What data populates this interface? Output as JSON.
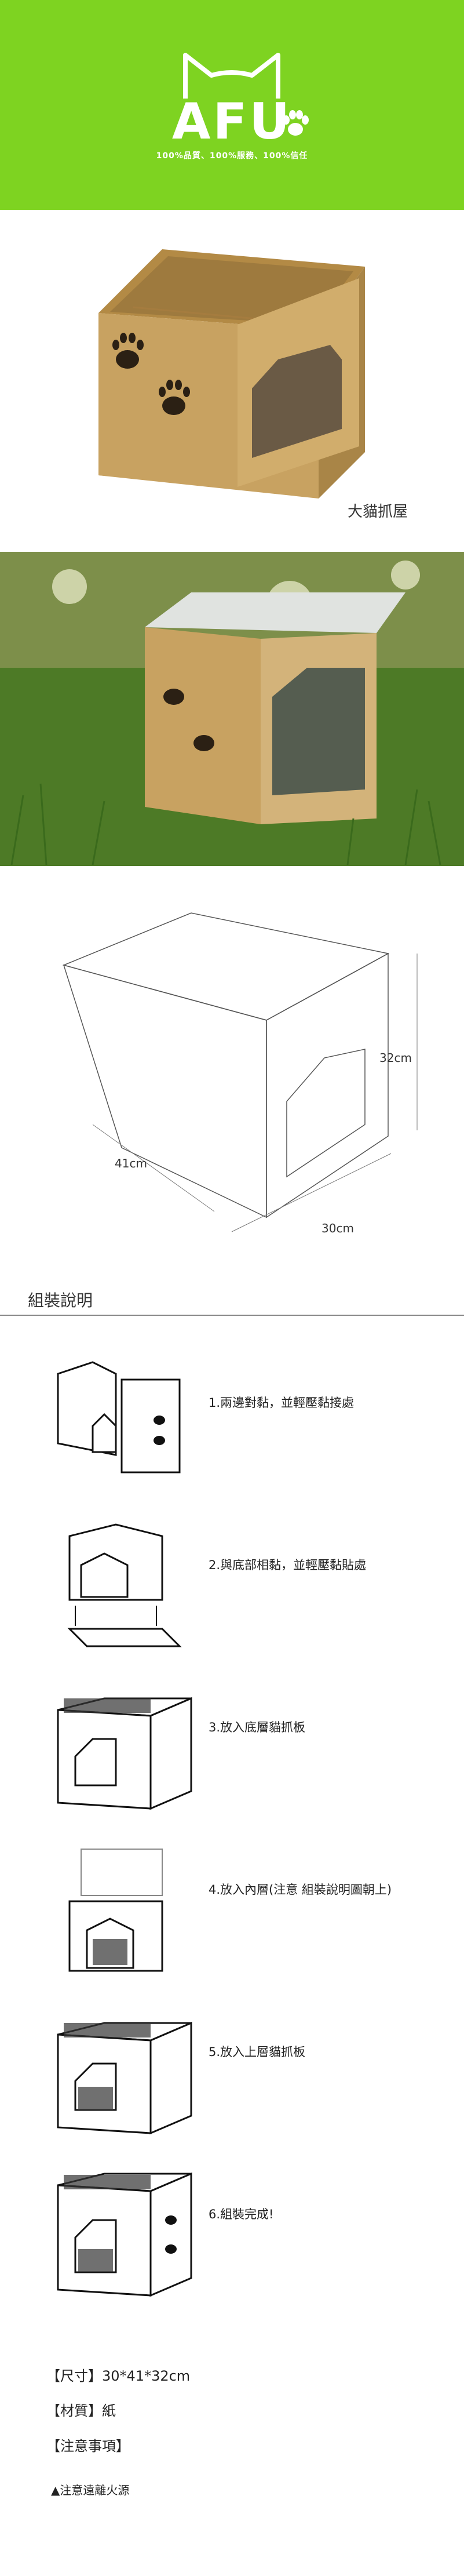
{
  "brand": {
    "name": "AFU",
    "tagline": "100%品質、100%服務、100%信任"
  },
  "product": {
    "caption": "大貓抓屋"
  },
  "dimensions": {
    "depth": "41cm",
    "height": "32cm",
    "width": "30cm"
  },
  "assembly": {
    "heading": "組裝說明",
    "steps": [
      {
        "text": "1.兩邊對黏，並輕壓黏接處"
      },
      {
        "text": "2.與底部相黏，並輕壓黏貼處"
      },
      {
        "text": "3.放入底層貓抓板"
      },
      {
        "text": "4.放入內層(注意 組裝說明圖朝上)"
      },
      {
        "text": "5.放入上層貓抓板"
      },
      {
        "text": "6.組裝完成!"
      }
    ]
  },
  "specs": {
    "size": "【尺寸】30*41*32cm",
    "material": "【材質】紙",
    "notes_title": "【注意事項】",
    "notes_item": "▲注意遠離火源"
  },
  "colors": {
    "hero_green": "#7ed321",
    "cardboard": "#c8a261"
  }
}
